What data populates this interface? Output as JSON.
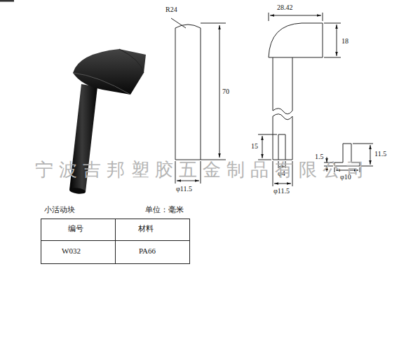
{
  "diagram": {
    "labels": [
      "R24",
      "28.42",
      "18",
      "70",
      "15",
      "φ11.5",
      "φ4",
      "φ11.5",
      "1.5",
      "11.5",
      "φ10",
      "宁波吉邦塑胶五金制品有限公司",
      "小活动块",
      "单位：毫米",
      "编号",
      "材料",
      "W032",
      "PA66"
    ]
  }
}
